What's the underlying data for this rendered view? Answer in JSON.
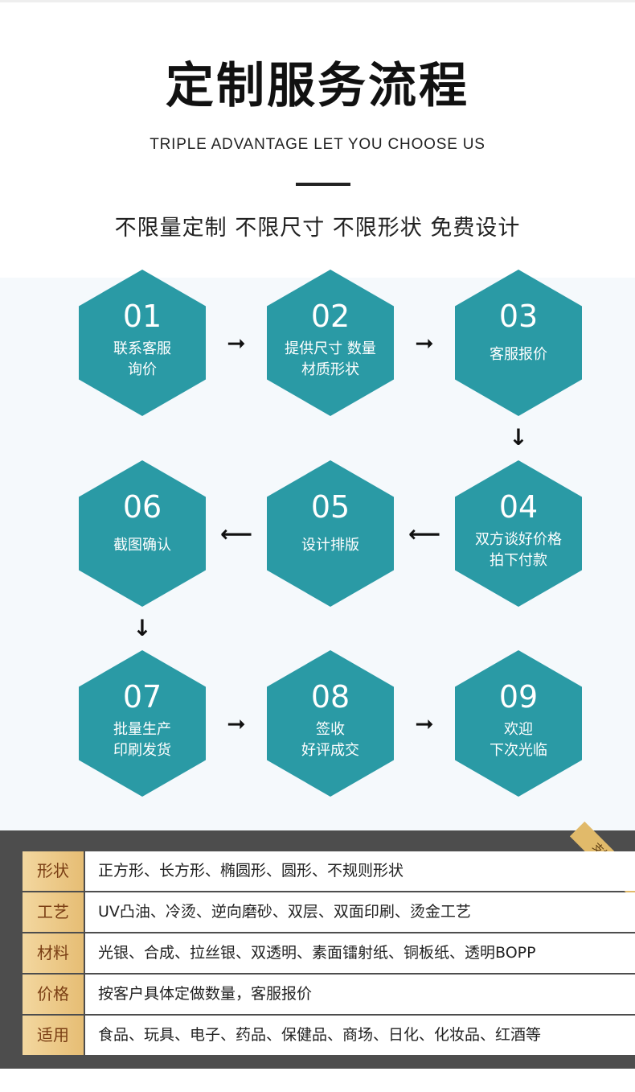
{
  "header": {
    "title": "定制服务流程",
    "subtitle": "TRIPLE ADVANTAGE LET YOU CHOOSE US",
    "tagline": "不限量定制 不限尺寸 不限形状 免费设计"
  },
  "steps": [
    {
      "num": "01",
      "line1": "联系客服",
      "line2": "询价"
    },
    {
      "num": "02",
      "line1": "提供尺寸 数量",
      "line2": "材质形状"
    },
    {
      "num": "03",
      "line1": "客服报价",
      "line2": ""
    },
    {
      "num": "04",
      "line1": "双方谈好价格",
      "line2": "拍下付款"
    },
    {
      "num": "05",
      "line1": "设计排版",
      "line2": ""
    },
    {
      "num": "06",
      "line1": "截图确认",
      "line2": ""
    },
    {
      "num": "07",
      "line1": "批量生产",
      "line2": "印刷发货"
    },
    {
      "num": "08",
      "line1": "签收",
      "line2": "好评成交"
    },
    {
      "num": "09",
      "line1": "欢迎",
      "line2": "下次光临"
    }
  ],
  "arrows": {
    "right": "➞",
    "left": "⟵",
    "down": "↓"
  },
  "info": {
    "badge": "支持定制",
    "rows": [
      {
        "key": "形状",
        "value": "正方形、长方形、椭圆形、圆形、不规则形状"
      },
      {
        "key": "工艺",
        "value": "UV凸油、冷烫、逆向磨砂、双层、双面印刷、烫金工艺"
      },
      {
        "key": "材料",
        "value": "光银、合成、拉丝银、双透明、素面镭射纸、铜板纸、透明BOPP"
      },
      {
        "key": "价格",
        "value": "按客户具体定做数量，客服报价"
      },
      {
        "key": "适用",
        "value": "食品、玩具、电子、药品、保健品、商场、日化、化妆品、红酒等"
      }
    ]
  },
  "colors": {
    "hex": "#2a9aa5",
    "panel": "#4d4d4d",
    "key_bg": "#e6bd74",
    "key_text": "#7a3e14"
  }
}
